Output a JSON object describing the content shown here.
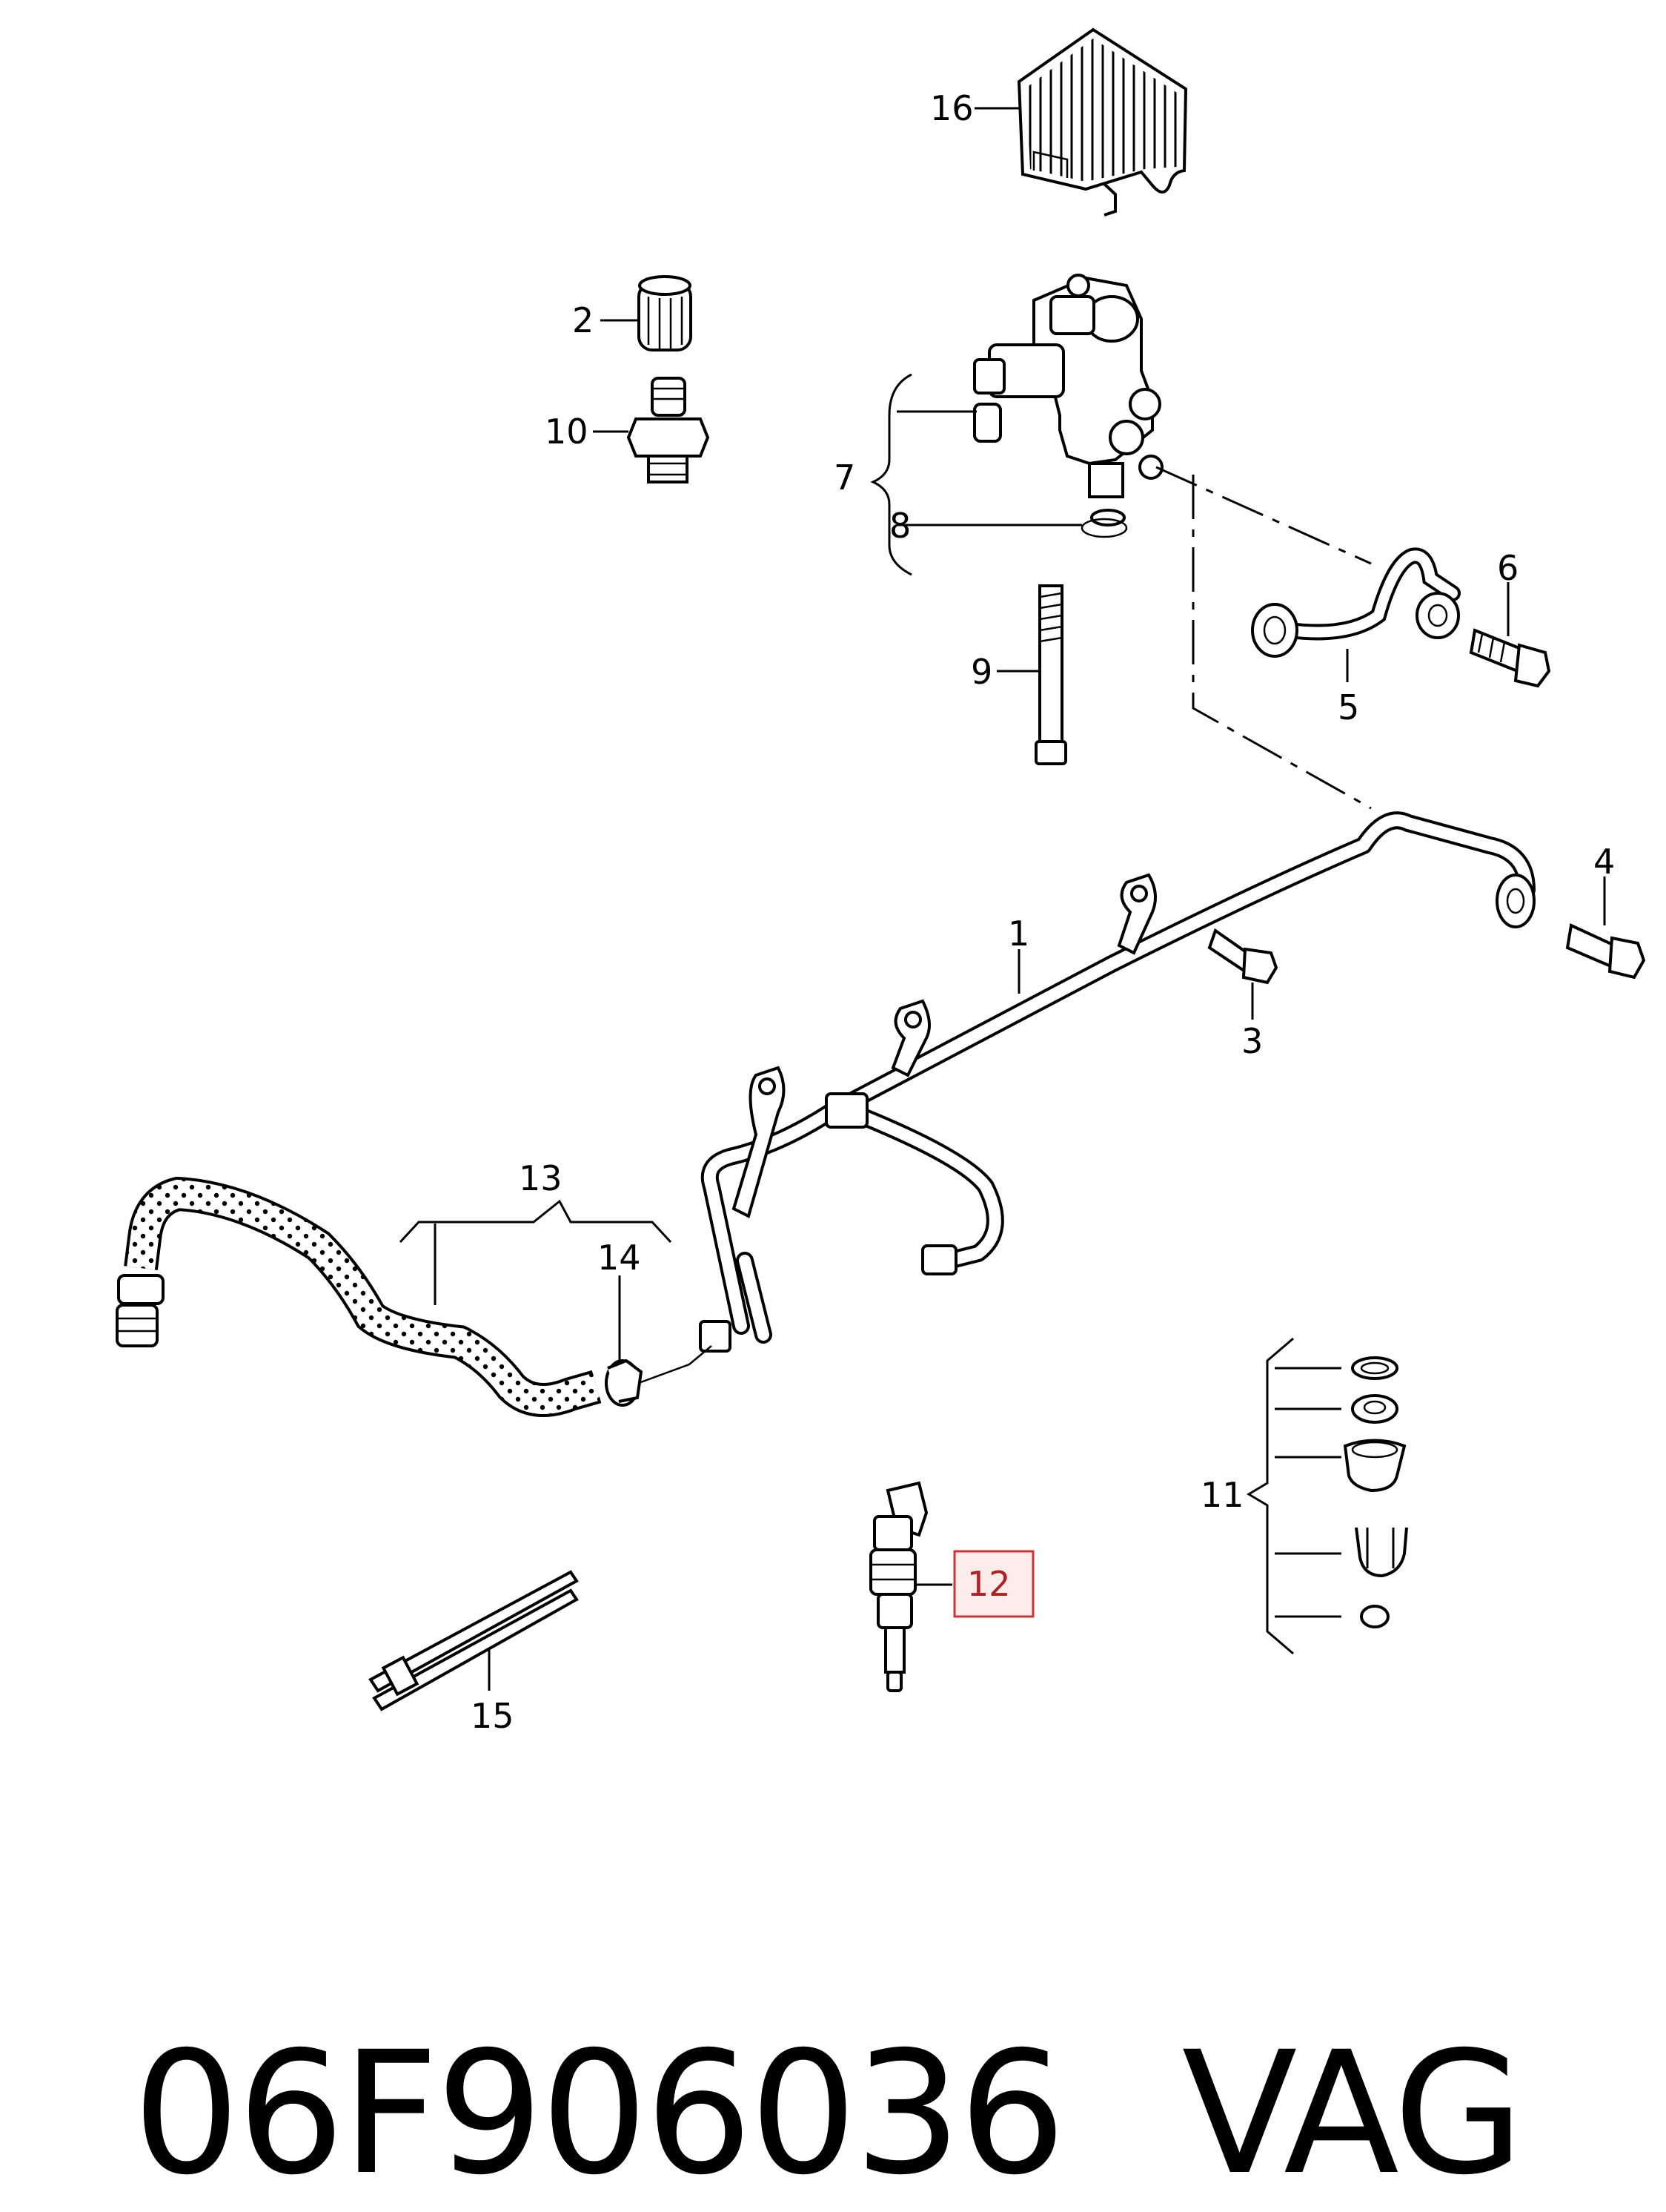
{
  "diagram": {
    "callouts": [
      {
        "id": "1",
        "text": "1"
      },
      {
        "id": "2",
        "text": "2"
      },
      {
        "id": "3",
        "text": "3"
      },
      {
        "id": "4",
        "text": "4"
      },
      {
        "id": "5",
        "text": "5"
      },
      {
        "id": "6",
        "text": "6"
      },
      {
        "id": "7",
        "text": "7"
      },
      {
        "id": "8",
        "text": "8"
      },
      {
        "id": "9",
        "text": "9"
      },
      {
        "id": "10",
        "text": "10"
      },
      {
        "id": "11",
        "text": "11"
      },
      {
        "id": "12",
        "text": "12",
        "highlighted": true
      },
      {
        "id": "13",
        "text": "13"
      },
      {
        "id": "14",
        "text": "14"
      },
      {
        "id": "15",
        "text": "15"
      },
      {
        "id": "16",
        "text": "16"
      }
    ],
    "highlight_color": "#cc3333"
  },
  "caption": {
    "part_number": "06F906036",
    "brand": "VAG"
  }
}
